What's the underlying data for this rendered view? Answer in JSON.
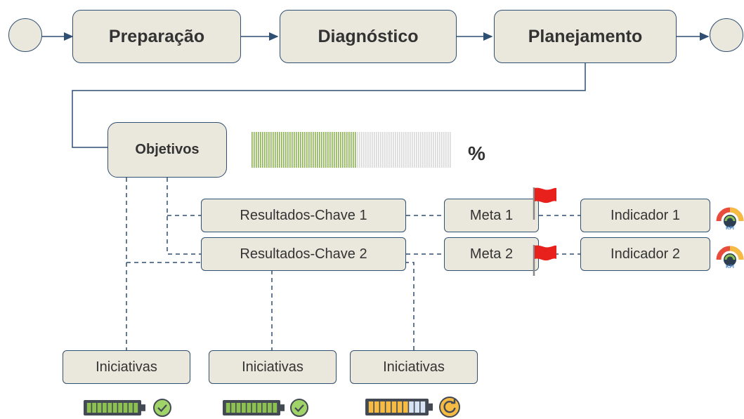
{
  "process": {
    "steps": [
      "Preparação",
      "Diagnóstico",
      "Planejamento"
    ]
  },
  "objectives": {
    "label": "Objetivos",
    "progress_fraction": 0.53,
    "progress_symbol": "%"
  },
  "key_results": [
    {
      "label": "Resultados-Chave 1",
      "meta": "Meta 1",
      "indicator": "Indicador 1",
      "indicator_icon": "kpi-gauge-icon"
    },
    {
      "label": "Resultados-Chave 2",
      "meta": "Meta 2",
      "indicator": "Indicador 2",
      "indicator_icon": "kpi-gauge-icon"
    }
  ],
  "kpi_badge_text": "KPI",
  "initiatives": [
    {
      "label": "Iniciativas",
      "progress_fraction": 1.0,
      "status": "complete",
      "status_icon": "check-circle-icon",
      "bar_color": "#8cc152"
    },
    {
      "label": "Iniciativas",
      "progress_fraction": 1.0,
      "status": "complete",
      "status_icon": "check-circle-icon",
      "bar_color": "#8cc152"
    },
    {
      "label": "Iniciativas",
      "progress_fraction": 0.7,
      "status": "in-progress",
      "status_icon": "refresh-circle-icon",
      "bar_color": "#f6bb42"
    }
  ],
  "colors": {
    "box_fill": "#eae8dc",
    "line": "#2f4f73",
    "progress_fill": "#8db554",
    "progress_empty": "#d9d9d9",
    "flag": "#e8211c"
  }
}
